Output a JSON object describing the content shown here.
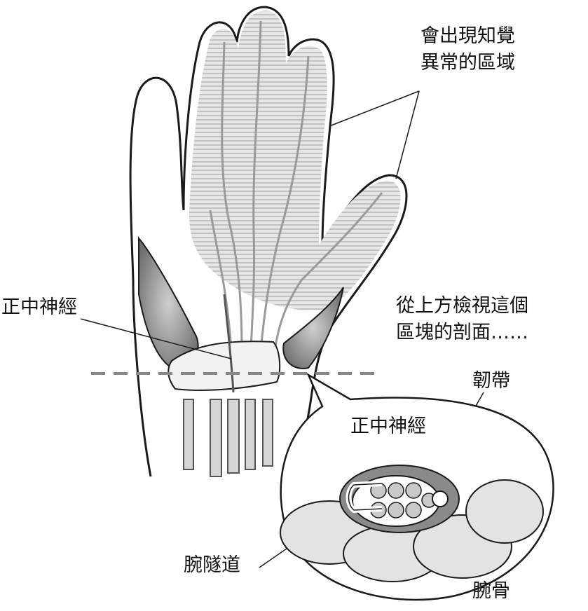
{
  "labels": {
    "sensation_area": [
      "會出現知覺",
      "異常的區域"
    ],
    "median_nerve_top": "正中神經",
    "section_view": [
      "從上方檢視這個",
      "區塊的剖面……"
    ],
    "ligament": "韌帶",
    "median_nerve_inset": "正中神經",
    "carpal_tunnel": "腕隧道",
    "carpal_bone": "腕骨"
  },
  "colors": {
    "outline": "#1a1a1a",
    "affected_area": "#cfcfcf",
    "tendon": "#9a9a9a",
    "muscle": "#7d7d7d",
    "bone": "#bdbdbd",
    "ligament_band": "#f2f2f2",
    "section_line": "#888888"
  }
}
